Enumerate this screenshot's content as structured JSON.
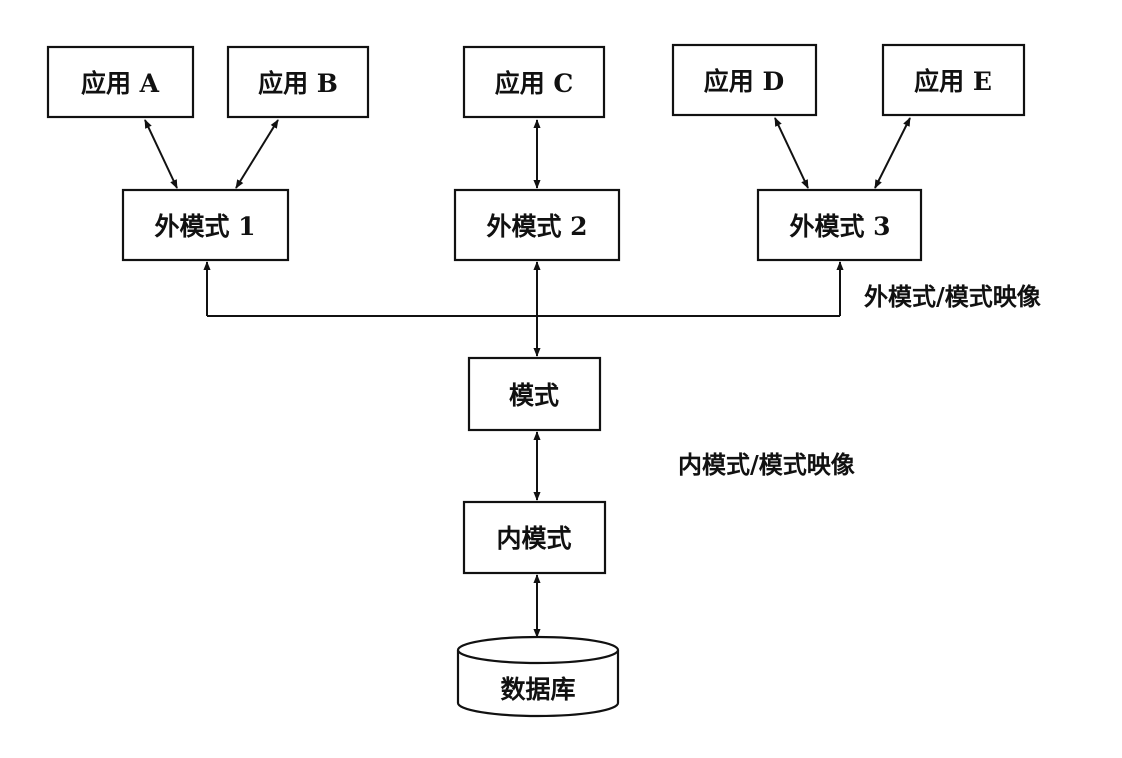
{
  "diagram": {
    "applications": [
      "应用 A",
      "应用 B",
      "应用 C",
      "应用 D",
      "应用 E"
    ],
    "external_schemas": [
      "外模式 1",
      "外模式 2",
      "外模式 3"
    ],
    "schema": "模式",
    "internal_schema": "内模式",
    "database": "数据库",
    "mappings": {
      "external_to_schema": "外模式/模式映像",
      "internal_to_schema": "内模式/模式映像"
    }
  }
}
